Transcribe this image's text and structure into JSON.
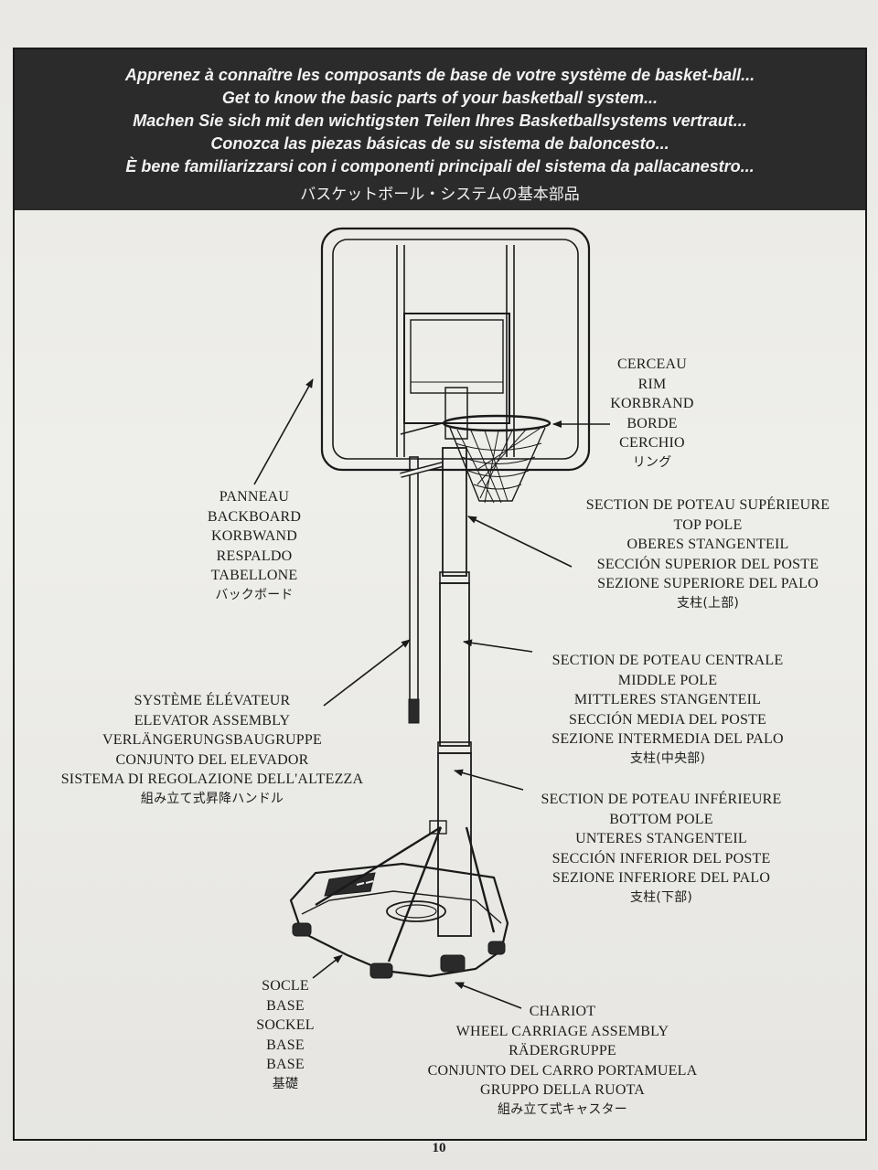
{
  "header": {
    "lines": [
      "Apprenez à connaître les composants de base de votre système de basket-ball...",
      "Get to know the basic parts of your basketball system...",
      "Machen Sie sich mit den wichtigsten Teilen Ihres Basketballsystems vertraut...",
      "Conozca las piezas básicas de su sistema de baloncesto...",
      "È bene familiarizzarsi con i componenti principali del sistema da pallacanestro...",
      "バスケットボール・システムの基本部品"
    ]
  },
  "labels": {
    "rim": [
      "CERCEAU",
      "RIM",
      "KORBRAND",
      "BORDE",
      "CERCHIO",
      "リング"
    ],
    "backboard": [
      "PANNEAU",
      "BACKBOARD",
      "KORBWAND",
      "RESPALDO",
      "TABELLONE",
      "バックボード"
    ],
    "top_pole": [
      "SECTION DE POTEAU SUPÉRIEURE",
      "TOP POLE",
      "OBERES STANGENTEIL",
      "SECCIÓN SUPERIOR DEL POSTE",
      "SEZIONE SUPERIORE DEL PALO",
      "支柱(上部)"
    ],
    "middle_pole": [
      "SECTION DE POTEAU CENTRALE",
      "MIDDLE POLE",
      "MITTLERES STANGENTEIL",
      "SECCIÓN MEDIA DEL POSTE",
      "SEZIONE INTERMEDIA DEL PALO",
      "支柱(中央部)"
    ],
    "elevator": [
      "SYSTÈME ÉLÉVATEUR",
      "ELEVATOR ASSEMBLY",
      "VERLÄNGERUNGSBAUGRUPPE",
      "CONJUNTO DEL ELEVADOR",
      "SISTEMA DI REGOLAZIONE DELL'ALTEZZA",
      "組み立て式昇降ハンドル"
    ],
    "bottom_pole": [
      "SECTION DE POTEAU INFÉRIEURE",
      "BOTTOM POLE",
      "UNTERES STANGENTEIL",
      "SECCIÓN INFERIOR DEL POSTE",
      "SEZIONE INFERIORE DEL PALO",
      "支柱(下部)"
    ],
    "base": [
      "SOCLE",
      "BASE",
      "SOCKEL",
      "BASE",
      "BASE",
      "基礎"
    ],
    "wheel": [
      "CHARIOT",
      "WHEEL CARRIAGE ASSEMBLY",
      "RÄDERGRUPPE",
      "CONJUNTO DEL CARRO PORTAMUELA",
      "GRUPPO DELLA RUOTA",
      "組み立て式キャスター"
    ]
  },
  "page_number": "10"
}
